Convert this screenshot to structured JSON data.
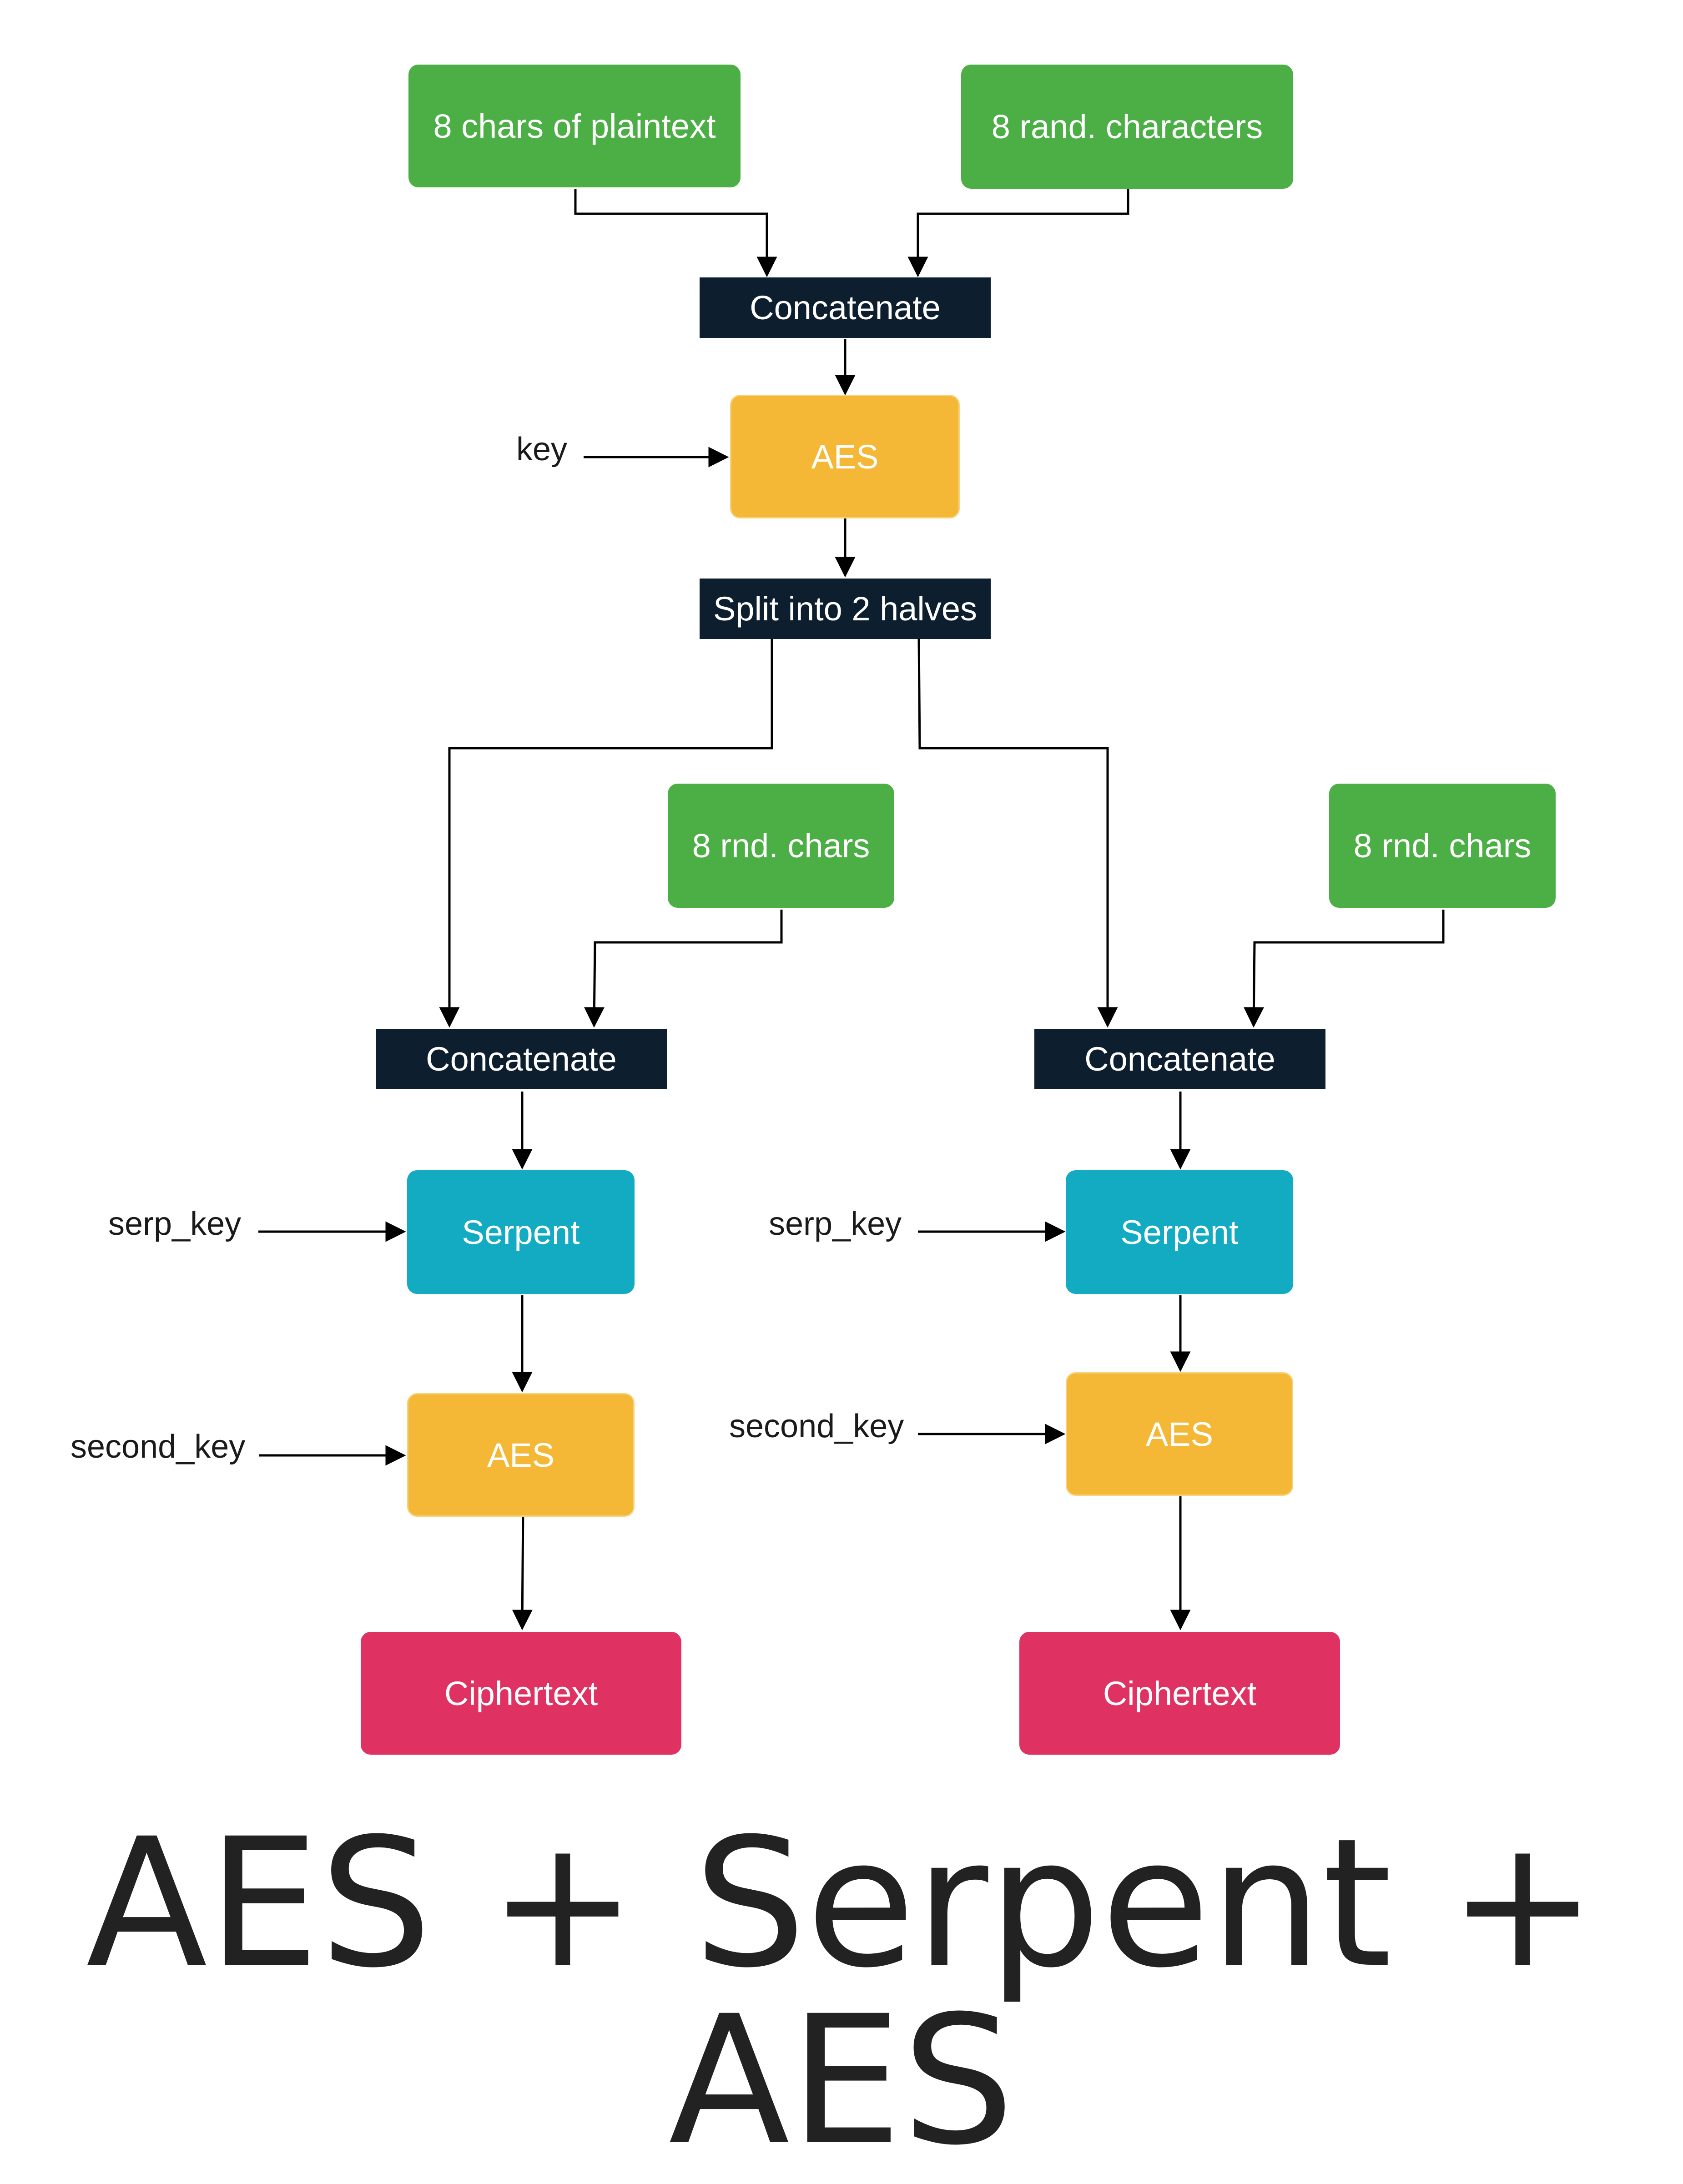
{
  "colors": {
    "input_green": "#4caf45",
    "operation_dark": "#0d1e2e",
    "aes_orange": "#f4b836",
    "serpent_cyan": "#12abc2",
    "ciphertext_red": "#df3263",
    "edge": "#000000"
  },
  "nodes": {
    "plaintext": "8 chars of plaintext",
    "rand_chars": "8 rand. characters",
    "concat_top": "Concatenate",
    "aes_top": "AES",
    "split": "Split into 2 halves",
    "rnd_left": "8 rnd. chars",
    "rnd_right": "8 rnd. chars",
    "concat_left": "Concatenate",
    "concat_right": "Concatenate",
    "serpent_left": "Serpent",
    "serpent_right": "Serpent",
    "aes_left": "AES",
    "aes_right": "AES",
    "cipher_left": "Ciphertext",
    "cipher_right": "Ciphertext"
  },
  "labels": {
    "key": "key",
    "serp_key_left": "serp_key",
    "serp_key_right": "serp_key",
    "second_key_left": "second_key",
    "second_key_right": "second_key"
  },
  "title": "AES + Serpent + AES"
}
